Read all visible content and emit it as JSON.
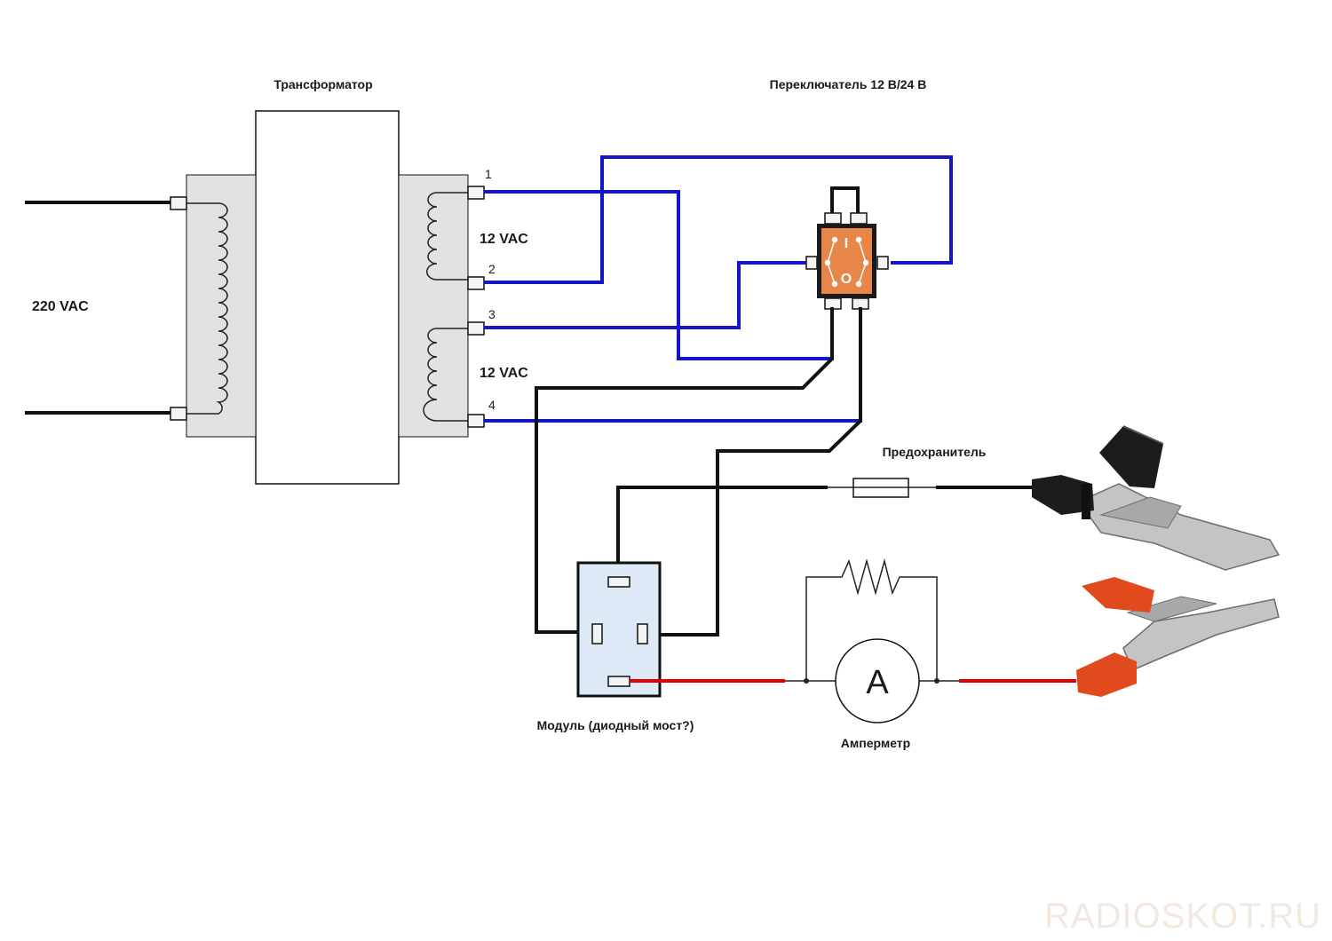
{
  "labels": {
    "transformer": "Трансформатор",
    "switch": "Переключатель 12 В/24 В",
    "primary_voltage": "220 VAC",
    "secondary_voltage_1": "12 VAC",
    "secondary_voltage_2": "12 VAC",
    "fuse": "Предохранитель",
    "module": "Модуль (диодный мост?)",
    "ammeter": "Амперметр"
  },
  "terminals": [
    "1",
    "2",
    "3",
    "4"
  ],
  "switch_marks": {
    "on": "I",
    "off": "O"
  },
  "ammeter_symbol": "A",
  "watermark": "RADIOSKOT.RU",
  "colors": {
    "wire_blue": "#1515c8",
    "wire_black": "#111111",
    "wire_red": "#e00000",
    "switch_body": "#e8864a",
    "module_body": "#dde9f6",
    "transformer_coil_box": "#e2e2e2"
  }
}
